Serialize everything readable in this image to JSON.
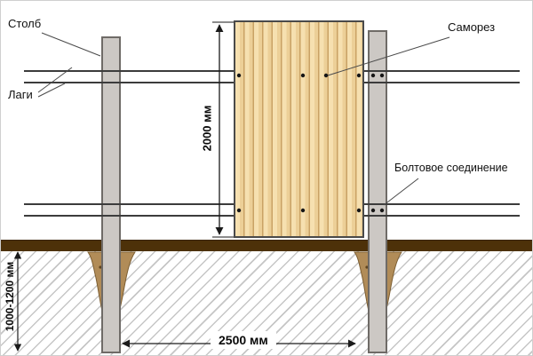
{
  "diagram": {
    "labels": {
      "post": "Столб",
      "rails": "Лаги",
      "screw": "Саморез",
      "bolt_joint": "Болтовое соединение"
    },
    "dimensions": {
      "panel_height": "2000 мм",
      "post_spacing": "2500 мм",
      "buried_depth": "1000-1200 мм"
    },
    "colors": {
      "panel_fill": "#f0d59e",
      "panel_stripe": "#c9a265",
      "post_fill": "#ccc8c4",
      "ground": "#4d3109",
      "footing": "#b18c58",
      "line": "#1a1a1a"
    }
  }
}
